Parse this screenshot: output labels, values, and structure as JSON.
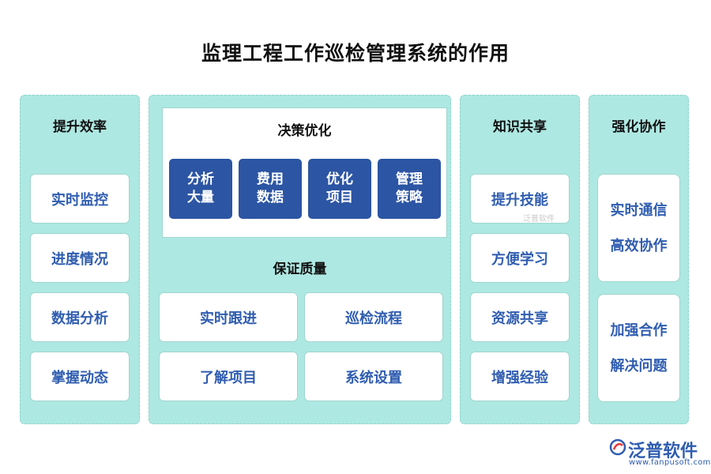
{
  "title": "监理工程工作巡检管理系统的作用",
  "columns": {
    "efficiency": {
      "title": "提升效率",
      "items": [
        "实时监控",
        "进度情况",
        "数据分析",
        "掌握动态"
      ]
    },
    "center": {
      "decision": {
        "title": "决策优化",
        "tiles": [
          {
            "line1": "分析",
            "line2": "大量"
          },
          {
            "line1": "费用",
            "line2": "数据"
          },
          {
            "line1": "优化",
            "line2": "项目"
          },
          {
            "line1": "管理",
            "line2": "策略"
          }
        ]
      },
      "quality": {
        "title": "保证质量",
        "items": [
          "实时跟进",
          "巡检流程",
          "了解项目",
          "系统设置"
        ]
      }
    },
    "knowledge": {
      "title": "知识共享",
      "items": [
        "提升技能",
        "方便学习",
        "资源共享",
        "增强经验"
      ]
    },
    "collab": {
      "title": "强化协作",
      "cards": [
        {
          "line1": "实时通信",
          "line2": "高效协作"
        },
        {
          "line1": "加强合作",
          "line2": "解决问题"
        }
      ]
    }
  },
  "watermark": "泛普软件",
  "logo": {
    "name": "泛普软件",
    "url": "www.fanpusoft.com"
  },
  "colors": {
    "panel_bg": "#aee8e2",
    "accent_blue": "#2f5db0",
    "tile_blue": "#2c55a3"
  }
}
